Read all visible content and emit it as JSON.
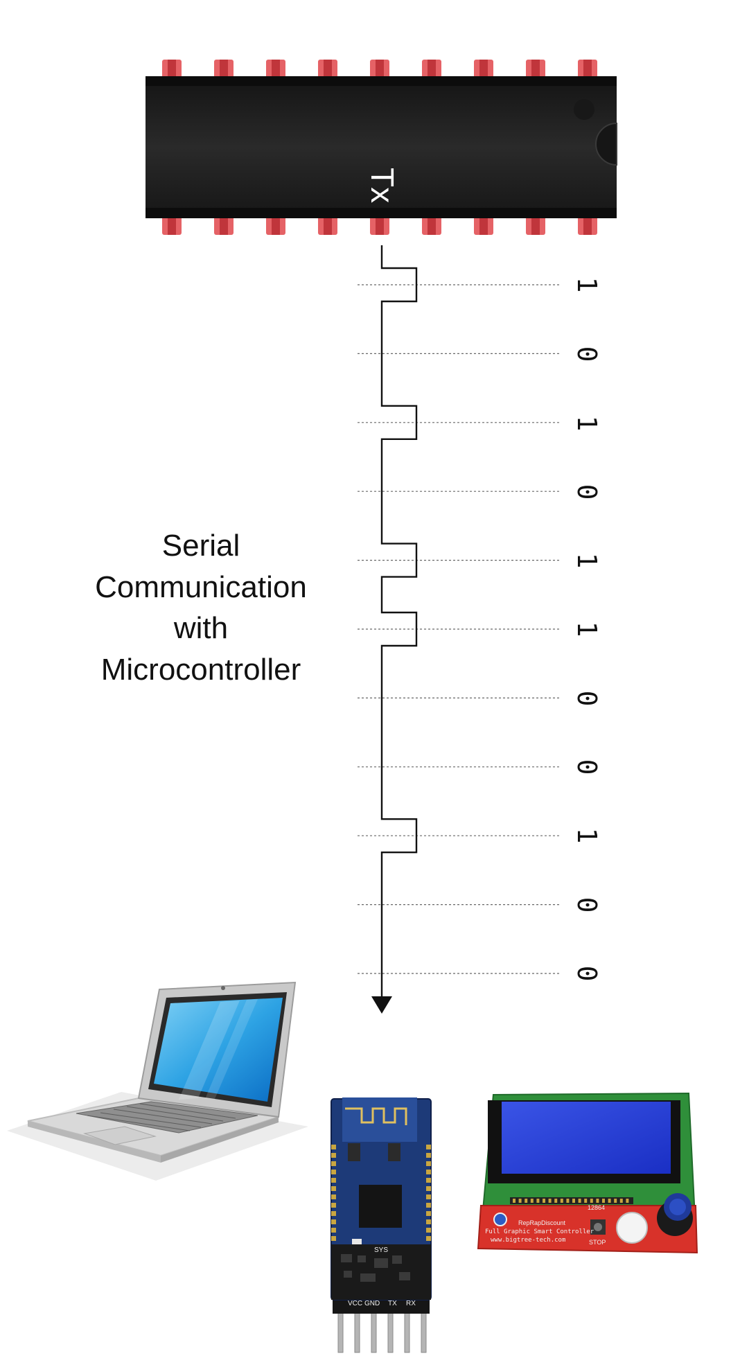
{
  "chip": {
    "pin_label": "Tx",
    "body_color": "#262626",
    "pin_color": "#e0464b"
  },
  "signal": {
    "bits": [
      "1",
      "0",
      "1",
      "0",
      "1",
      "1",
      "0",
      "0",
      "1",
      "0",
      "0"
    ]
  },
  "caption": {
    "lines": [
      "Serial",
      "Communication",
      "with",
      "Microcontroller"
    ]
  },
  "bluetooth_module": {
    "pin_labels": [
      "VCC",
      "GND",
      "TX",
      "RX"
    ],
    "status_label": "SYS"
  },
  "lcd_controller": {
    "model_label": "12864",
    "brand_label": "RepRapDiscount",
    "product_label": "Full Graphic Smart Controller",
    "url_label": "www.bigtree-tech.com",
    "stop_label": "STOP"
  }
}
